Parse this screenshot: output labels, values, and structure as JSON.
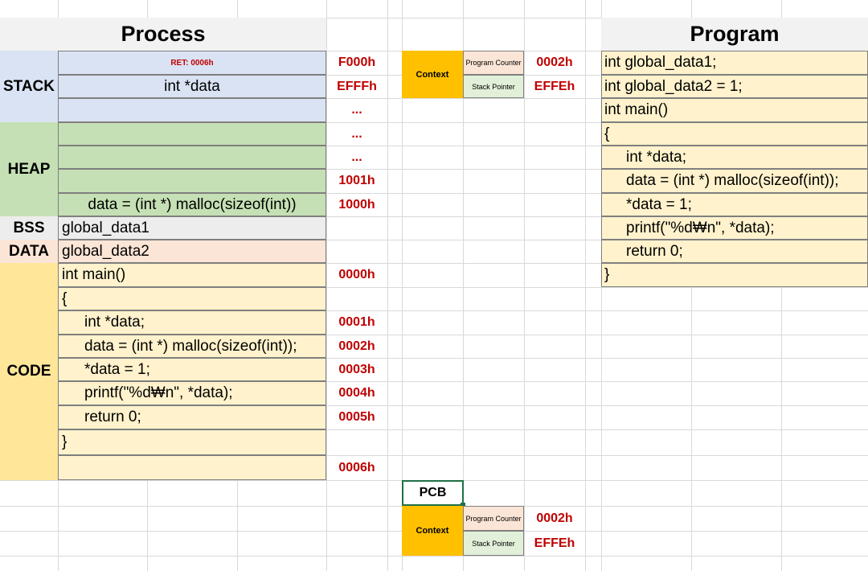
{
  "process": {
    "title": "Process",
    "segments": {
      "stack": "STACK",
      "heap": "HEAP",
      "bss": "BSS",
      "data": "DATA",
      "code": "CODE"
    },
    "stack_rows": [
      "RET: 0006h",
      "int *data",
      ""
    ],
    "heap_rows": [
      "",
      "",
      "",
      "data = (int *) malloc(sizeof(int))"
    ],
    "bss_row": "global_data1",
    "data_row": "global_data2",
    "code_rows": [
      "int main()",
      "{",
      "int *data;",
      "data = (int *) malloc(sizeof(int));",
      "*data = 1;",
      "printf(\"%d₩n\", *data);",
      "return 0;",
      "}",
      ""
    ],
    "addresses": {
      "stack": [
        "F000h",
        "EFFFh",
        "..."
      ],
      "heap": [
        "...",
        "...",
        "1001h",
        "1000h"
      ],
      "code": [
        "0000h",
        "",
        "0001h",
        "0002h",
        "0003h",
        "0004h",
        "0005h",
        "",
        "0006h"
      ]
    }
  },
  "context_top": {
    "label": "Context",
    "pc_label": "Program Counter",
    "pc_value": "0002h",
    "sp_label": "Stack Pointer",
    "sp_value": "EFFEh"
  },
  "pcb": {
    "title": "PCB",
    "label": "Context",
    "pc_label": "Program Counter",
    "pc_value": "0002h",
    "sp_label": "Stack Pointer",
    "sp_value": "EFFEh"
  },
  "program": {
    "title": "Program",
    "lines": [
      "int global_data1;",
      "int global_data2 = 1;",
      "int main()",
      "{",
      "int *data;",
      "data = (int *) malloc(sizeof(int));",
      "*data = 1;",
      "printf(\"%d₩n\", *data);",
      "return 0;",
      "}"
    ],
    "indented": [
      false,
      false,
      false,
      false,
      true,
      true,
      true,
      true,
      true,
      false
    ]
  },
  "colors": {
    "stack": "#dae3f3",
    "heap": "#c5e0b4",
    "bss": "#ededed",
    "data": "#fbe5d6",
    "code": "#ffe699",
    "code_light": "#fff2cc",
    "context": "#ffc000",
    "pc_cell": "#fbe5d6",
    "sp_cell": "#e2f0d9",
    "title_bg": "#f2f2f2",
    "address": "#c00000"
  }
}
